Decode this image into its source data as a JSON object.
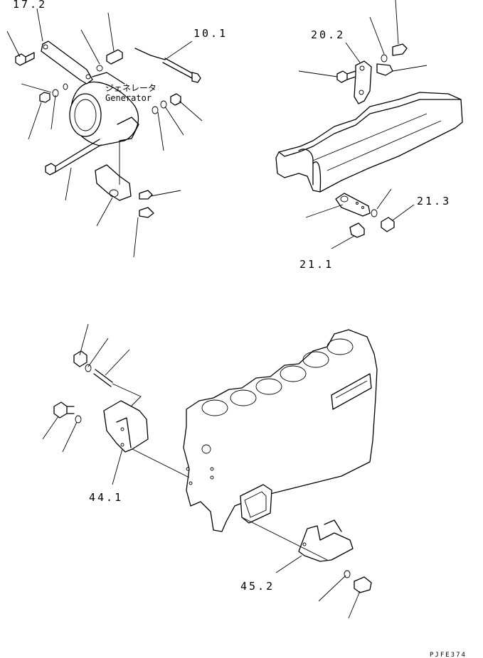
{
  "labels": {
    "ref_17_2": "17.2",
    "ref_10_1": "10.1",
    "ref_20_2": "20.2",
    "ref_21_3": "21.3",
    "ref_21_1": "21.1",
    "ref_44_1": "44.1",
    "ref_45_2": "45.2",
    "generator_jp": "ジェネレータ",
    "generator_en": "Generator",
    "drawing_code": "PJFE374"
  }
}
